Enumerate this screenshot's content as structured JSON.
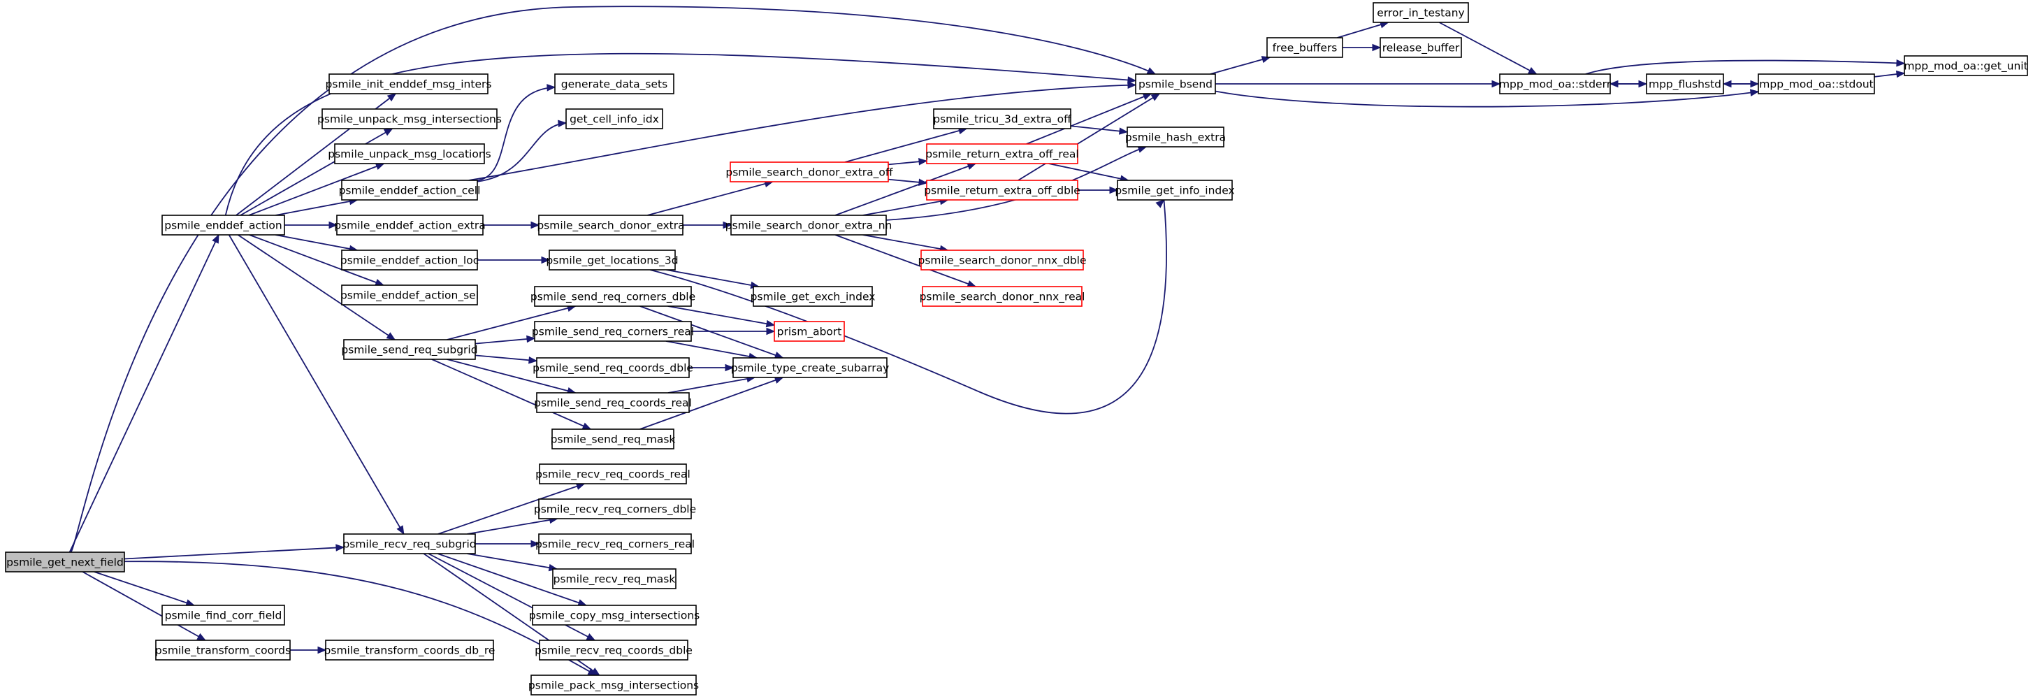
{
  "diagram": {
    "edge_color": "#191970",
    "truncated_border_color": "#ff0000",
    "root_fill_color": "#bfbfbf",
    "nodes": [
      {
        "id": "n_root",
        "label": "psmile_get_next_field"
      },
      {
        "id": "n_enddef_action",
        "label": "psmile_enddef_action"
      },
      {
        "id": "n_find_corr",
        "label": "psmile_find_corr_field"
      },
      {
        "id": "n_transform_coords",
        "label": "psmile_transform_coords"
      },
      {
        "id": "n_transform_coords_db",
        "label": "psmile_transform_coords_db_re"
      },
      {
        "id": "n_init_enddef",
        "label": "psmile_init_enddef_msg_inters"
      },
      {
        "id": "n_unpack_inters",
        "label": "psmile_unpack_msg_intersections"
      },
      {
        "id": "n_unpack_locations",
        "label": "psmile_unpack_msg_locations"
      },
      {
        "id": "n_action_cell",
        "label": "psmile_enddef_action_cell"
      },
      {
        "id": "n_action_extra",
        "label": "psmile_enddef_action_extra"
      },
      {
        "id": "n_action_loc",
        "label": "psmile_enddef_action_loc"
      },
      {
        "id": "n_action_sel",
        "label": "psmile_enddef_action_sel"
      },
      {
        "id": "n_send_req_subgrid",
        "label": "psmile_send_req_subgrid"
      },
      {
        "id": "n_recv_req_subgrid",
        "label": "psmile_recv_req_subgrid"
      },
      {
        "id": "n_generate_data_sets",
        "label": "generate_data_sets"
      },
      {
        "id": "n_get_cell_info_idx",
        "label": "get_cell_info_idx"
      },
      {
        "id": "n_search_donor_extra",
        "label": "psmile_search_donor_extra"
      },
      {
        "id": "n_get_locations_3d",
        "label": "psmile_get_locations_3d"
      },
      {
        "id": "n_send_corners_dble",
        "label": "psmile_send_req_corners_dble"
      },
      {
        "id": "n_send_corners_real",
        "label": "psmile_send_req_corners_real"
      },
      {
        "id": "n_send_coords_dble",
        "label": "psmile_send_req_coords_dble"
      },
      {
        "id": "n_send_coords_real",
        "label": "psmile_send_req_coords_real"
      },
      {
        "id": "n_send_mask",
        "label": "psmile_send_req_mask"
      },
      {
        "id": "n_recv_coords_real",
        "label": "psmile_recv_req_coords_real"
      },
      {
        "id": "n_recv_corners_dble",
        "label": "psmile_recv_req_corners_dble"
      },
      {
        "id": "n_recv_corners_real",
        "label": "psmile_recv_req_corners_real"
      },
      {
        "id": "n_recv_mask",
        "label": "psmile_recv_req_mask"
      },
      {
        "id": "n_copy_msg",
        "label": "psmile_copy_msg_intersections"
      },
      {
        "id": "n_recv_coords_dble",
        "label": "psmile_recv_req_coords_dble"
      },
      {
        "id": "n_pack_msg",
        "label": "psmile_pack_msg_intersections"
      },
      {
        "id": "n_search_donor_extra_off",
        "label": "psmile_search_donor_extra_off",
        "truncated": true
      },
      {
        "id": "n_search_donor_extra_nn",
        "label": "psmile_search_donor_extra_nn"
      },
      {
        "id": "n_get_exch_index",
        "label": "psmile_get_exch_index"
      },
      {
        "id": "n_prism_abort",
        "label": "prism_abort",
        "truncated": true
      },
      {
        "id": "n_type_create_subarray",
        "label": "psmile_type_create_subarray"
      },
      {
        "id": "n_tricu_3d_extra_off",
        "label": "psmile_tricu_3d_extra_off"
      },
      {
        "id": "n_return_extra_off_real",
        "label": "psmile_return_extra_off_real",
        "truncated": true
      },
      {
        "id": "n_return_extra_off_dble",
        "label": "psmile_return_extra_off_dble",
        "truncated": true
      },
      {
        "id": "n_search_donor_nnx_dble",
        "label": "psmile_search_donor_nnx_dble",
        "truncated": true
      },
      {
        "id": "n_search_donor_nnx_real",
        "label": "psmile_search_donor_nnx_real",
        "truncated": true
      },
      {
        "id": "n_bsend",
        "label": "psmile_bsend"
      },
      {
        "id": "n_hash_extra",
        "label": "psmile_hash_extra"
      },
      {
        "id": "n_get_info_index",
        "label": "psmile_get_info_index"
      },
      {
        "id": "n_free_buffers",
        "label": "free_buffers"
      },
      {
        "id": "n_error_in_testany",
        "label": "error_in_testany"
      },
      {
        "id": "n_release_buffer",
        "label": "release_buffer"
      },
      {
        "id": "n_stderr",
        "label": "mpp_mod_oa::stderr"
      },
      {
        "id": "n_flushstd",
        "label": "mpp_flushstd"
      },
      {
        "id": "n_stdout",
        "label": "mpp_mod_oa::stdout"
      },
      {
        "id": "n_get_unit",
        "label": "mpp_mod_oa::get_unit"
      }
    ]
  }
}
